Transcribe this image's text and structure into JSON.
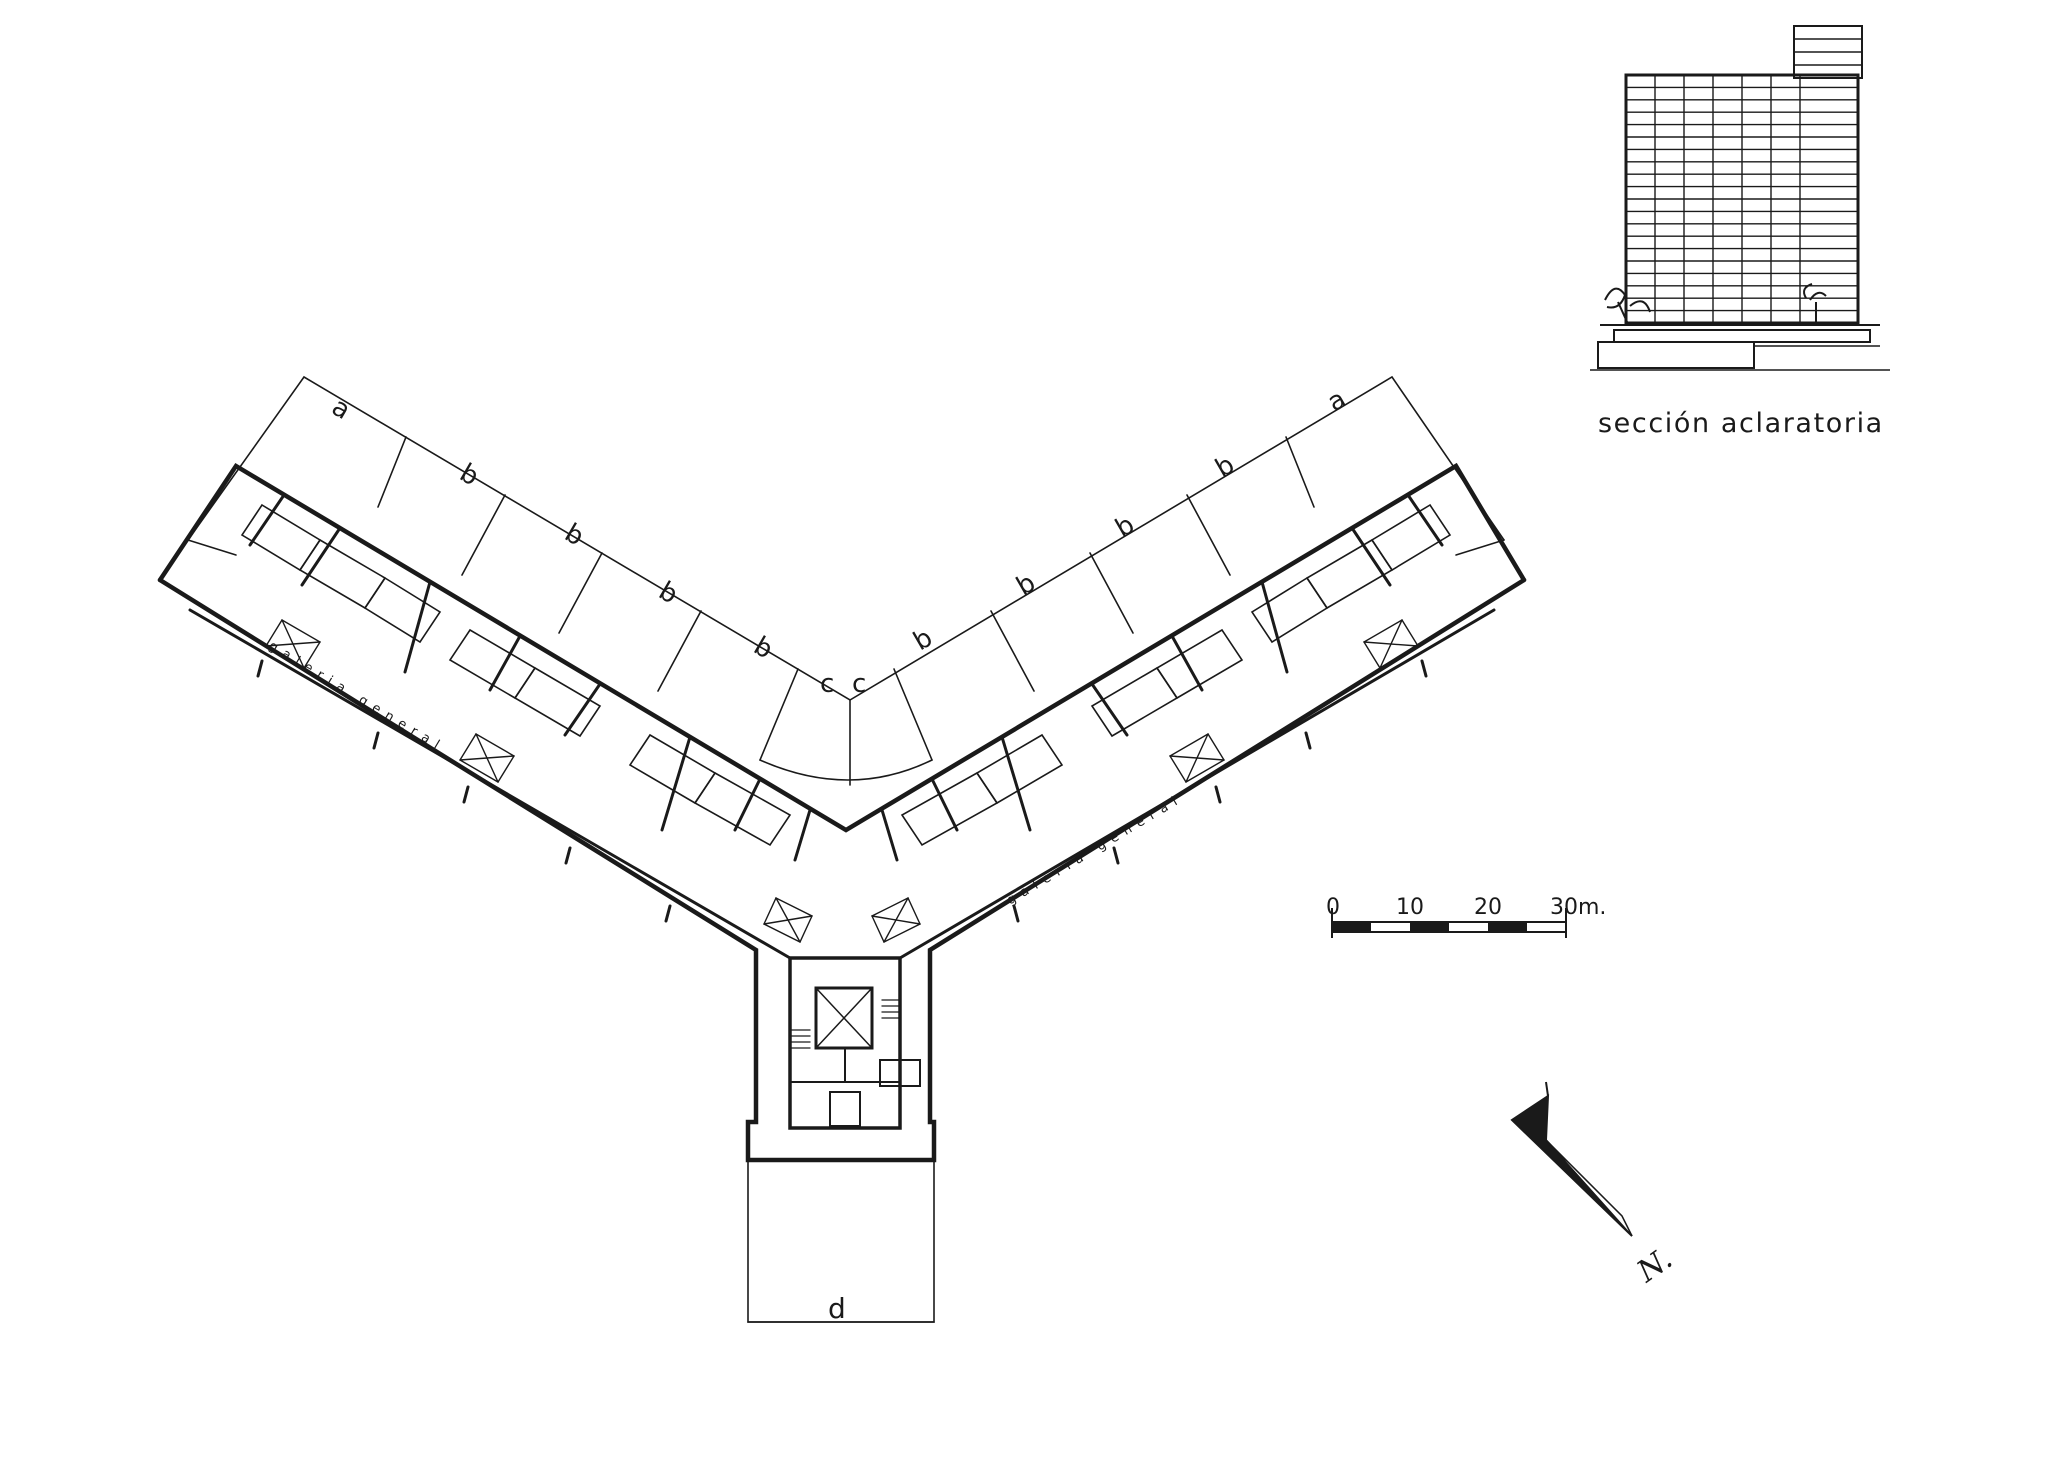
{
  "section_title": "sección aclaratoria",
  "north_label": "N.",
  "scale_bar": {
    "labels": [
      "0",
      "10",
      "20",
      "30m."
    ],
    "unit": "m"
  },
  "dimension_labels": {
    "left_wing": [
      "a",
      "b",
      "b",
      "b",
      "b",
      "c"
    ],
    "right_wing": [
      "c",
      "b",
      "b",
      "b",
      "b",
      "a"
    ],
    "stem": "d"
  },
  "corridor_labels": {
    "left": "galeria general",
    "right": "galeria general"
  },
  "colors": {
    "ink": "#1a1a1a",
    "paper": "#ffffff"
  },
  "icons": [
    "north-arrow-icon",
    "tree-icon"
  ]
}
